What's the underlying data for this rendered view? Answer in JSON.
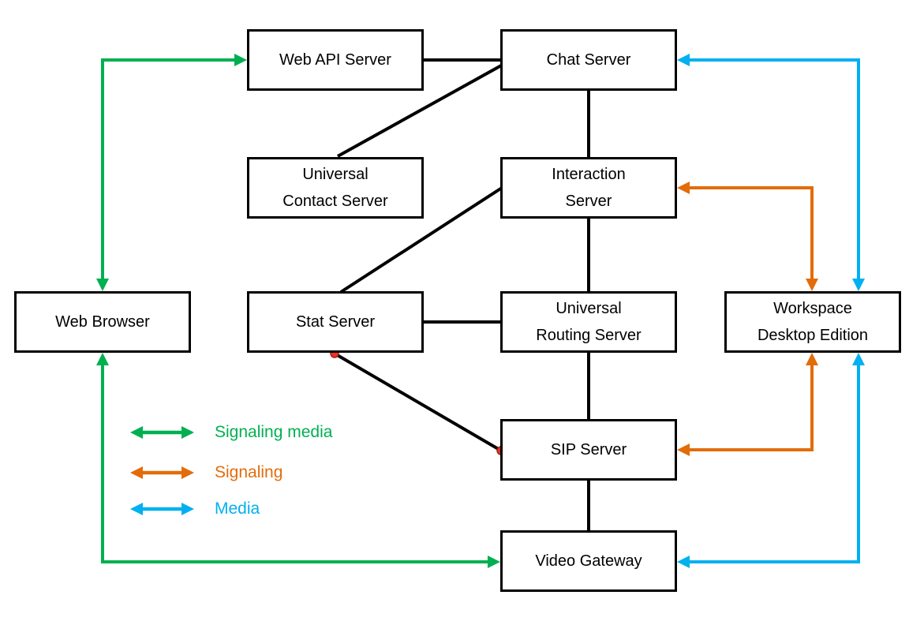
{
  "nodes": [
    {
      "id": "web-api-server",
      "label": "Web API Server"
    },
    {
      "id": "chat-server",
      "label": "Chat Server"
    },
    {
      "id": "universal-contact-server",
      "label": "Universal\nContact Server"
    },
    {
      "id": "interaction-server",
      "label": "Interaction\nServer"
    },
    {
      "id": "web-browser",
      "label": "Web Browser"
    },
    {
      "id": "stat-server",
      "label": "Stat Server"
    },
    {
      "id": "universal-routing-server",
      "label": "Universal\nRouting Server"
    },
    {
      "id": "workspace-desktop-edition",
      "label": "Workspace\nDesktop Edition"
    },
    {
      "id": "sip-server",
      "label": "SIP Server"
    },
    {
      "id": "video-gateway",
      "label": "Video Gateway"
    }
  ],
  "legend": {
    "items": [
      {
        "label": "Signaling media",
        "color": "#00B050"
      },
      {
        "label": "Signaling",
        "color": "#E36C0A"
      },
      {
        "label": "Media",
        "color": "#00B0F0"
      }
    ]
  },
  "colors": {
    "signaling_media": "#00B050",
    "signaling": "#E36C0A",
    "media": "#00B0F0",
    "connector": "#000000",
    "connection_dot": "#EE3224",
    "box_border": "#000000",
    "background": "#FFFFFF"
  },
  "edges": [
    {
      "from": "Web Browser",
      "to": "Web API Server",
      "type": "Signaling media",
      "bidirectional": true
    },
    {
      "from": "Web Browser",
      "to": "Video Gateway",
      "type": "Signaling media",
      "bidirectional": true
    },
    {
      "from": "Interaction Server",
      "to": "Workspace Desktop Edition",
      "type": "Signaling",
      "bidirectional": true
    },
    {
      "from": "SIP Server",
      "to": "Workspace Desktop Edition",
      "type": "Signaling",
      "bidirectional": true
    },
    {
      "from": "Chat Server",
      "to": "Workspace Desktop Edition",
      "type": "Media",
      "bidirectional": true
    },
    {
      "from": "Video Gateway",
      "to": "Workspace Desktop Edition",
      "type": "Media",
      "bidirectional": true
    },
    {
      "from": "Web API Server",
      "to": "Chat Server",
      "type": "connection"
    },
    {
      "from": "Universal Contact Server",
      "to": "Chat Server",
      "type": "connection"
    },
    {
      "from": "Chat Server",
      "to": "Interaction Server",
      "type": "connection"
    },
    {
      "from": "Stat Server",
      "to": "Interaction Server",
      "type": "connection"
    },
    {
      "from": "Interaction Server",
      "to": "Universal Routing Server",
      "type": "connection"
    },
    {
      "from": "Stat Server",
      "to": "Universal Routing Server",
      "type": "connection"
    },
    {
      "from": "Stat Server",
      "to": "SIP Server",
      "type": "connection-red-dots"
    },
    {
      "from": "Universal Routing Server",
      "to": "SIP Server",
      "type": "connection"
    },
    {
      "from": "SIP Server",
      "to": "Video Gateway",
      "type": "connection"
    }
  ]
}
